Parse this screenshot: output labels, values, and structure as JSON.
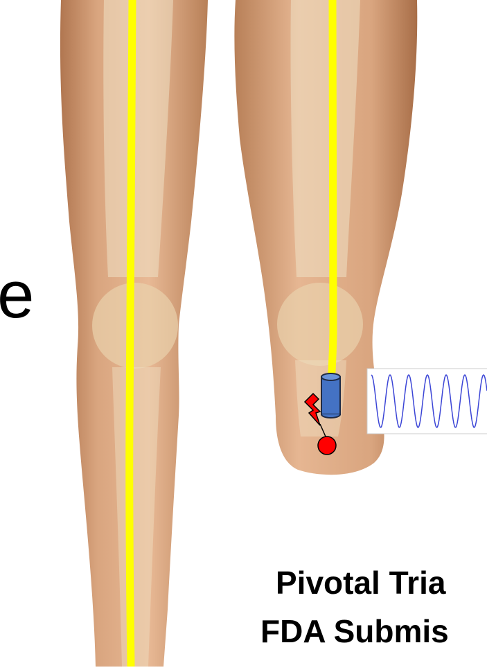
{
  "left_text_fragment": "e",
  "captions": {
    "line1": "Pivotal Tria",
    "line2": "FDA Submis"
  },
  "colors": {
    "skin": "#d9a57f",
    "skin_shadow": "#b8805a",
    "bone": "#efe0c4",
    "nerve_line": "#ffff00",
    "stimulator_body": "#4472c4",
    "electrode": "#ff0000",
    "waveform": "#3b45d6"
  },
  "icons": {
    "stimulator": "cylinder-stimulator-icon",
    "electric_spark": "lightning-bolt-icon",
    "electrode": "red-dot-electrode-icon",
    "signal": "sine-wave-icon"
  }
}
